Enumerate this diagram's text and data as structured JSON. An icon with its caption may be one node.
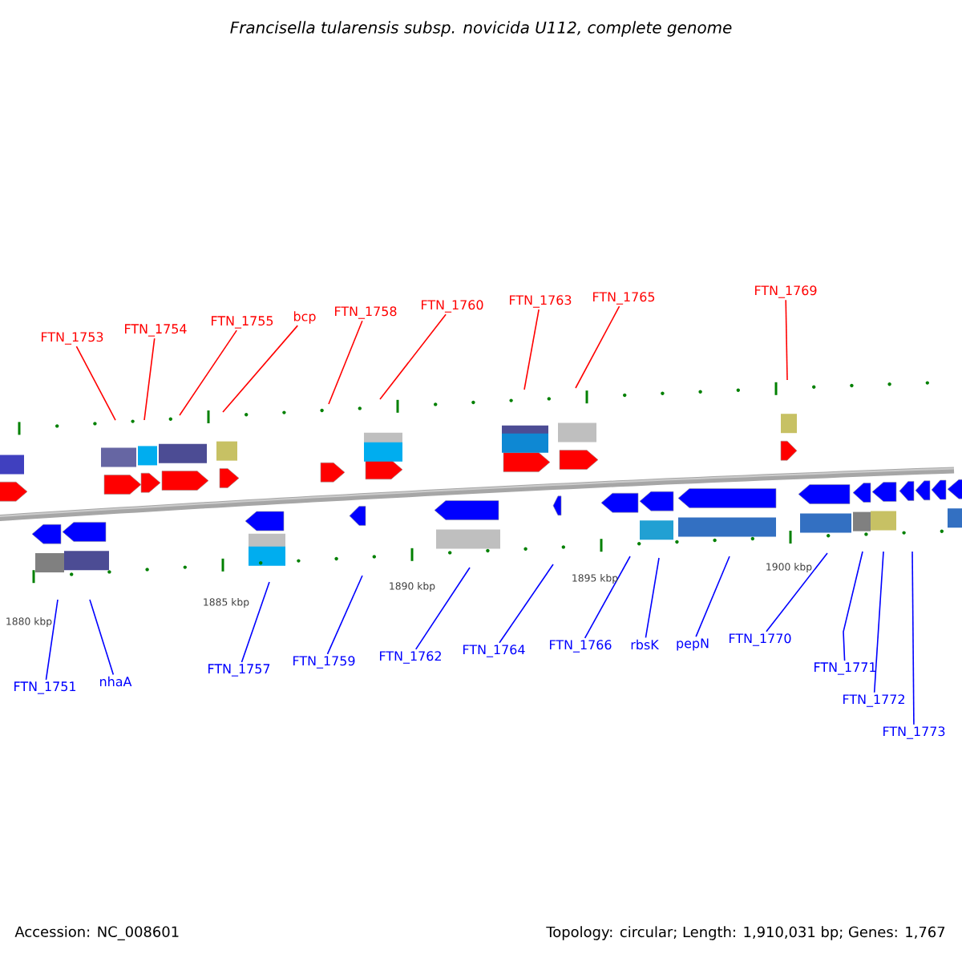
{
  "diagram": {
    "title": "Francisella tularensis subsp. novicida U112, complete genome",
    "nodes": [
      {
        "text": [
          "FTN_1753"
        ]
      },
      {
        "text": [
          "FTN_1754"
        ]
      },
      {
        "text": [
          "FTN_1755"
        ]
      },
      {
        "text": [
          "bcp"
        ]
      },
      {
        "text": [
          "FTN_1758"
        ]
      },
      {
        "text": [
          "FTN_1760"
        ]
      },
      {
        "text": [
          "FTN_1763"
        ]
      },
      {
        "text": [
          "FTN_1765"
        ]
      },
      {
        "text": [
          "FTN_1769"
        ]
      },
      {
        "text": [
          "FTN_1751"
        ]
      },
      {
        "text": [
          "nhaA"
        ]
      },
      {
        "text": [
          "FTN_1757"
        ]
      },
      {
        "text": [
          "FTN_1759"
        ]
      },
      {
        "text": [
          "FTN_1762"
        ]
      },
      {
        "text": [
          "FTN_1764"
        ]
      },
      {
        "text": [
          "FTN_1766"
        ]
      },
      {
        "text": [
          "rbsK"
        ]
      },
      {
        "text": [
          "pepN"
        ]
      },
      {
        "text": [
          "FTN_1770"
        ]
      },
      {
        "text": [
          "FTN_1771"
        ]
      },
      {
        "text": [
          "FTN_1772"
        ]
      },
      {
        "text": [
          "FTN_1773"
        ]
      }
    ],
    "edges": [
      {
        "from": 0,
        "to": null,
        "arrow": "none",
        "color": "#ff0000"
      },
      {
        "from": 1,
        "to": null,
        "arrow": "none",
        "color": "#ff0000"
      },
      {
        "from": 2,
        "to": null,
        "arrow": "none",
        "color": "#ff0000"
      },
      {
        "from": 3,
        "to": null,
        "arrow": "none",
        "color": "#ff0000"
      },
      {
        "from": 4,
        "to": null,
        "arrow": "none",
        "color": "#ff0000"
      },
      {
        "from": 5,
        "to": null,
        "arrow": "none",
        "color": "#ff0000"
      },
      {
        "from": 6,
        "to": null,
        "arrow": "none",
        "color": "#ff0000"
      },
      {
        "from": 7,
        "to": null,
        "arrow": "none",
        "color": "#ff0000"
      },
      {
        "from": 8,
        "to": null,
        "arrow": "none",
        "color": "#ff0000"
      },
      {
        "from": 9,
        "to": null,
        "arrow": "none",
        "color": "#0000ff"
      },
      {
        "from": 10,
        "to": null,
        "arrow": "none",
        "color": "#0000ff"
      },
      {
        "from": 11,
        "to": null,
        "arrow": "none",
        "color": "#0000ff"
      },
      {
        "from": 12,
        "to": null,
        "arrow": "none",
        "color": "#0000ff"
      },
      {
        "from": 13,
        "to": null,
        "arrow": "none",
        "color": "#0000ff"
      },
      {
        "from": 14,
        "to": null,
        "arrow": "none",
        "color": "#0000ff"
      },
      {
        "from": 15,
        "to": null,
        "arrow": "none",
        "color": "#0000ff"
      },
      {
        "from": 16,
        "to": null,
        "arrow": "none",
        "color": "#0000ff"
      },
      {
        "from": 17,
        "to": null,
        "arrow": "none",
        "color": "#0000ff"
      },
      {
        "from": 18,
        "to": null,
        "arrow": "none",
        "color": "#0000ff"
      },
      {
        "from": 19,
        "to": null,
        "arrow": "none",
        "color": "#0000ff"
      },
      {
        "from": 20,
        "to": null,
        "arrow": "none",
        "color": "#0000ff"
      },
      {
        "from": 21,
        "to": null,
        "arrow": "none",
        "color": "#0000ff"
      }
    ],
    "labels": [
      "1880 kbp",
      "1885 kbp",
      "1890 kbp",
      "1895 kbp",
      "1900 kbp",
      "Accession: NC_008601",
      "Topology: circular; Length: 1,910,031 bp; Genes: 1,767"
    ]
  }
}
